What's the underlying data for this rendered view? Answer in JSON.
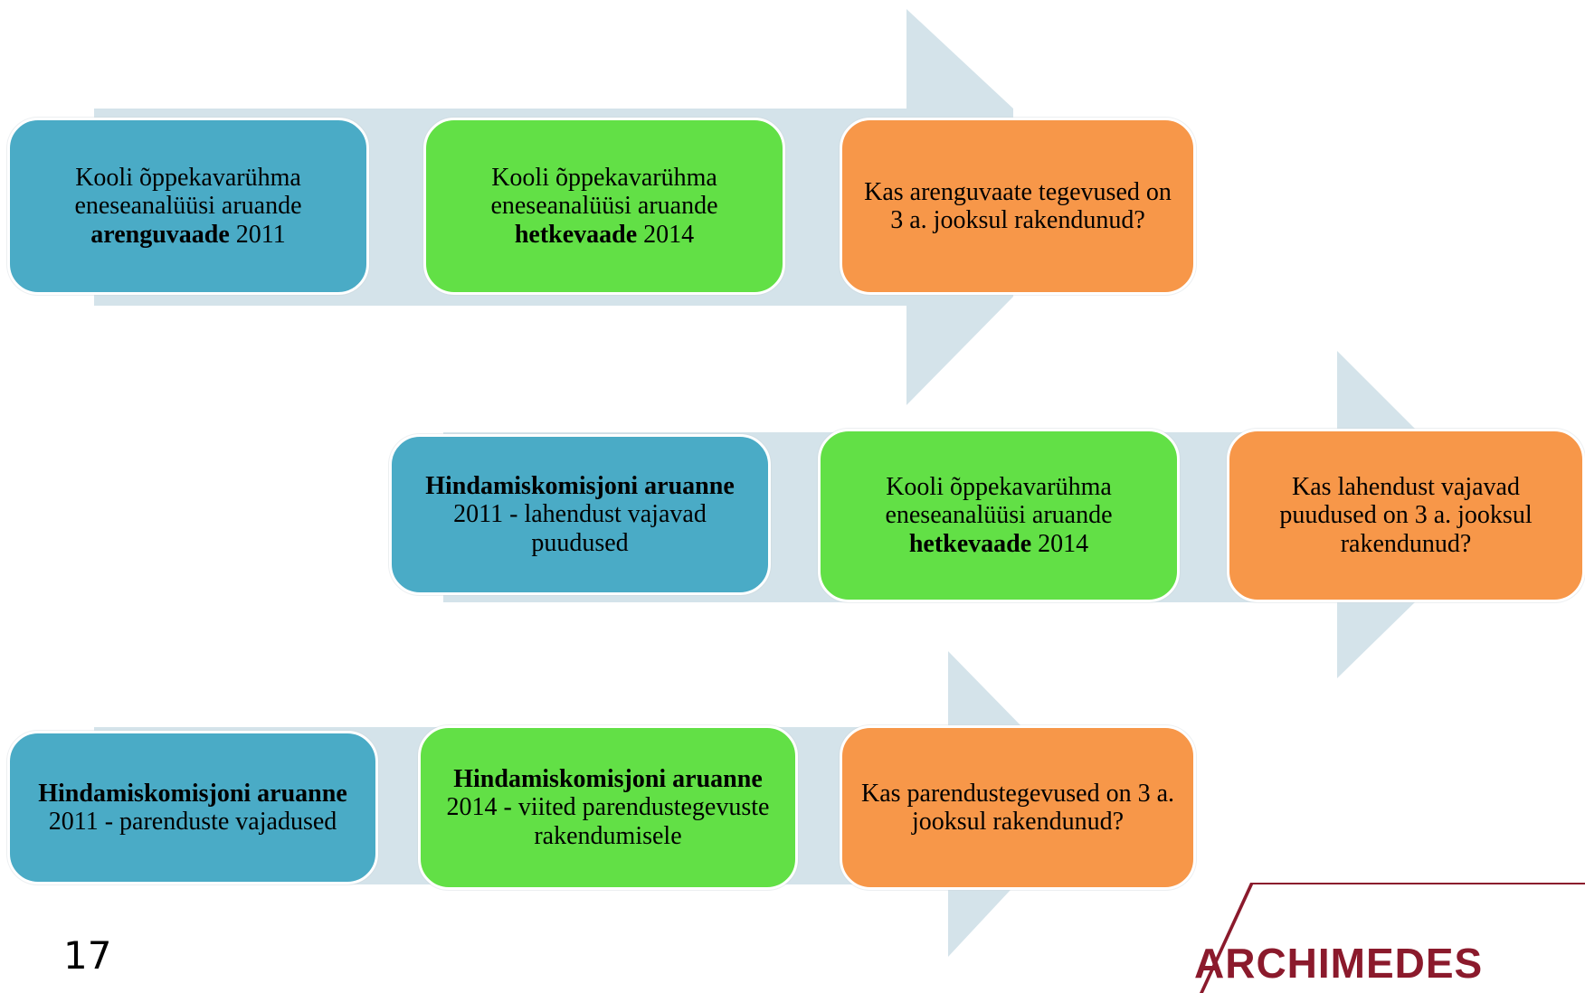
{
  "rows": [
    {
      "boxes": [
        {
          "parts": [
            {
              "t": "Kooli õppekavarühma eneseanalüüsi aruande "
            },
            {
              "t": "arenguvaade",
              "b": true
            },
            {
              "t": " 2011"
            }
          ],
          "color": "#4aabc6"
        },
        {
          "parts": [
            {
              "t": "Kooli õppekavarühma eneseanalüüsi aruande "
            },
            {
              "t": "hetkevaade",
              "b": true
            },
            {
              "t": " 2014"
            }
          ],
          "color": "#62e046"
        },
        {
          "parts": [
            {
              "t": "Kas arenguvaate tegevused on 3 a. jooksul rakendunud?"
            }
          ],
          "color": "#f79749"
        }
      ]
    },
    {
      "boxes": [
        {
          "parts": [
            {
              "t": "Hindamiskomisjoni aruanne",
              "b": true
            },
            {
              "t": " 2011  - lahendust vajavad puudused"
            }
          ],
          "color": "#4aabc6"
        },
        {
          "parts": [
            {
              "t": "Kooli õppekavarühma eneseanalüüsi aruande "
            },
            {
              "t": "hetkevaade",
              "b": true
            },
            {
              "t": " 2014"
            }
          ],
          "color": "#62e046"
        },
        {
          "parts": [
            {
              "t": "Kas lahendust vajavad puudused on 3 a. jooksul rakendunud?"
            }
          ],
          "color": "#f79749"
        }
      ]
    },
    {
      "boxes": [
        {
          "parts": [
            {
              "t": "Hindamiskomisjoni aruanne",
              "b": true
            },
            {
              "t": " 2011  - parenduste vajadused"
            }
          ],
          "color": "#4aabc6"
        },
        {
          "parts": [
            {
              "t": "Hindamiskomisjoni aruanne",
              "b": true
            },
            {
              "t": " 2014 - viited parendustegevuste rakendumisele"
            }
          ],
          "color": "#62e046"
        },
        {
          "parts": [
            {
              "t": "Kas parendustegevused on 3 a. jooksul rakendunud?"
            }
          ],
          "color": "#f79749"
        }
      ]
    }
  ],
  "footer": {
    "page_number": "17",
    "logo_text": "ARCHIMEDES"
  },
  "colors": {
    "arrow": "#d4e3ea",
    "blue": "#4aabc6",
    "green": "#62e046",
    "orange": "#f79749",
    "logo": "#8b1a2c"
  }
}
